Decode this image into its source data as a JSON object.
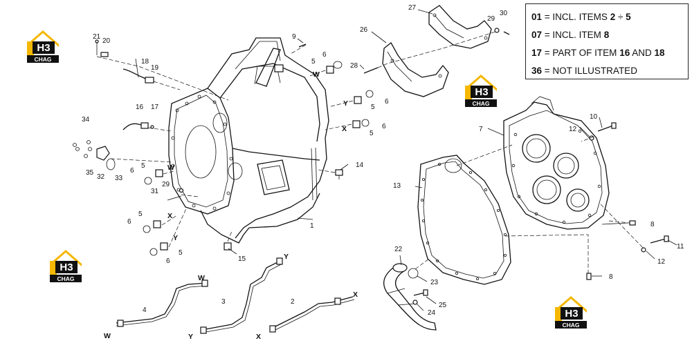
{
  "legend": {
    "rows": [
      {
        "code": "01",
        "text": " = INCL. ITEMS ",
        "bold_a": "2",
        "sep": " ÷ ",
        "bold_b": "5"
      },
      {
        "code": "07",
        "text": " = INCL. ITEM ",
        "bold_a": "8",
        "sep": "",
        "bold_b": ""
      },
      {
        "code": "17",
        "text": " = PART OF ITEM ",
        "bold_a": "16",
        "sep": " AND ",
        "bold_b": "18"
      },
      {
        "code": "36",
        "text": " = NOT ILLUSTRATED",
        "bold_a": "",
        "sep": "",
        "bold_b": ""
      }
    ]
  },
  "logo": {
    "top": "H3",
    "bottom": "CHAG",
    "accent": "#f5b700",
    "dark": "#111111"
  },
  "callouts": [
    "1",
    "2",
    "3",
    "4",
    "5",
    "6",
    "7",
    "8",
    "9",
    "10",
    "11",
    "12",
    "13",
    "14",
    "15",
    "16",
    "17",
    "18",
    "19",
    "20",
    "21",
    "22",
    "23",
    "24",
    "25",
    "26",
    "27",
    "28",
    "29",
    "30",
    "31",
    "32",
    "33",
    "34",
    "35"
  ],
  "ports": [
    "W",
    "X",
    "Y"
  ]
}
